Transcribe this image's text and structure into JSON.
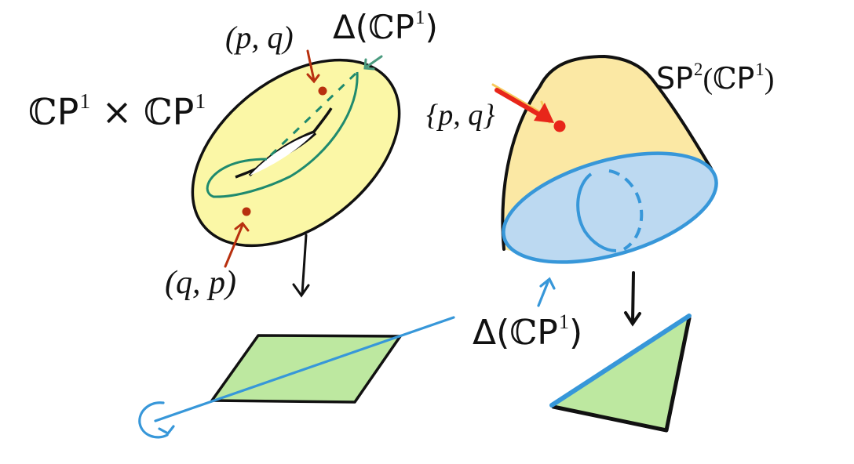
{
  "labels": {
    "torus_title": {
      "bb": "ℂ",
      "p": "P",
      "sup": "1",
      "times": " × ",
      "bb2": "ℂ",
      "p2": "P",
      "sup2": "1"
    },
    "pq_point": "(p, q)",
    "qp_point": "(q, p)",
    "diagonal_top": {
      "delta": "Δ(",
      "bb": "ℂ",
      "p": "P",
      "sup": "1",
      "close": ")"
    },
    "sym_product": {
      "sp": "SP",
      "sup": "2",
      "open": "(",
      "bb": "ℂ",
      "p": "P",
      "sup2": "1",
      "close": ")"
    },
    "unordered_pair": "{p, q}",
    "diagonal_bottom": {
      "delta": "Δ(",
      "bb": "ℂ",
      "p": "P",
      "sup": "1",
      "close": ")"
    }
  },
  "colors": {
    "torus_fill": "#fbf7a6",
    "cone_fill": "#fbe8a4",
    "disk_fill": "#bcd9f1",
    "base_fill": "#bde8a0",
    "outline": "#111111",
    "diagonal_green": "#1f8a6e",
    "point_red_brown": "#b8300f",
    "point_red": "#e8261a",
    "diagonal_blue": "#3797d9"
  }
}
